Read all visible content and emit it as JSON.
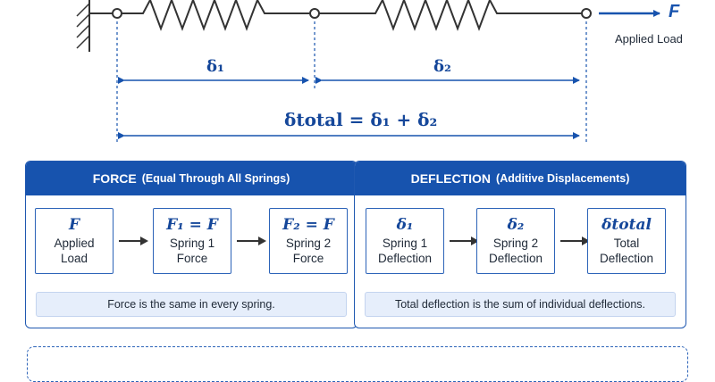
{
  "top_diagram": {
    "force_symbol": "F",
    "applied_load_label": "Applied Load",
    "delta1": "δ₁",
    "delta2": "δ₂",
    "delta_total_equation": "δtotal = δ₁ + δ₂"
  },
  "force_panel": {
    "title": "FORCE",
    "subtitle": "(Equal Through All Springs)",
    "boxes": [
      {
        "symbol": "F",
        "line1": "Applied",
        "line2": "Load"
      },
      {
        "symbol": "F₁ = F",
        "line1": "Spring 1",
        "line2": "Force"
      },
      {
        "symbol": "F₂ = F",
        "line1": "Spring 2",
        "line2": "Force"
      }
    ],
    "note": "Force is the same in every spring."
  },
  "deflection_panel": {
    "title": "DEFLECTION",
    "subtitle": "(Additive Displacements)",
    "boxes": [
      {
        "symbol": "δ₁",
        "line1": "Spring 1",
        "line2": "Deflection"
      },
      {
        "symbol": "δ₂",
        "line1": "Spring 2",
        "line2": "Deflection"
      },
      {
        "symbol": "δtotal",
        "line1": "Total",
        "line2": "Deflection"
      }
    ],
    "note": "Total deflection is the sum of individual deflections."
  },
  "colors": {
    "accent": "#1753ae",
    "note_bg": "#e6eefb"
  }
}
